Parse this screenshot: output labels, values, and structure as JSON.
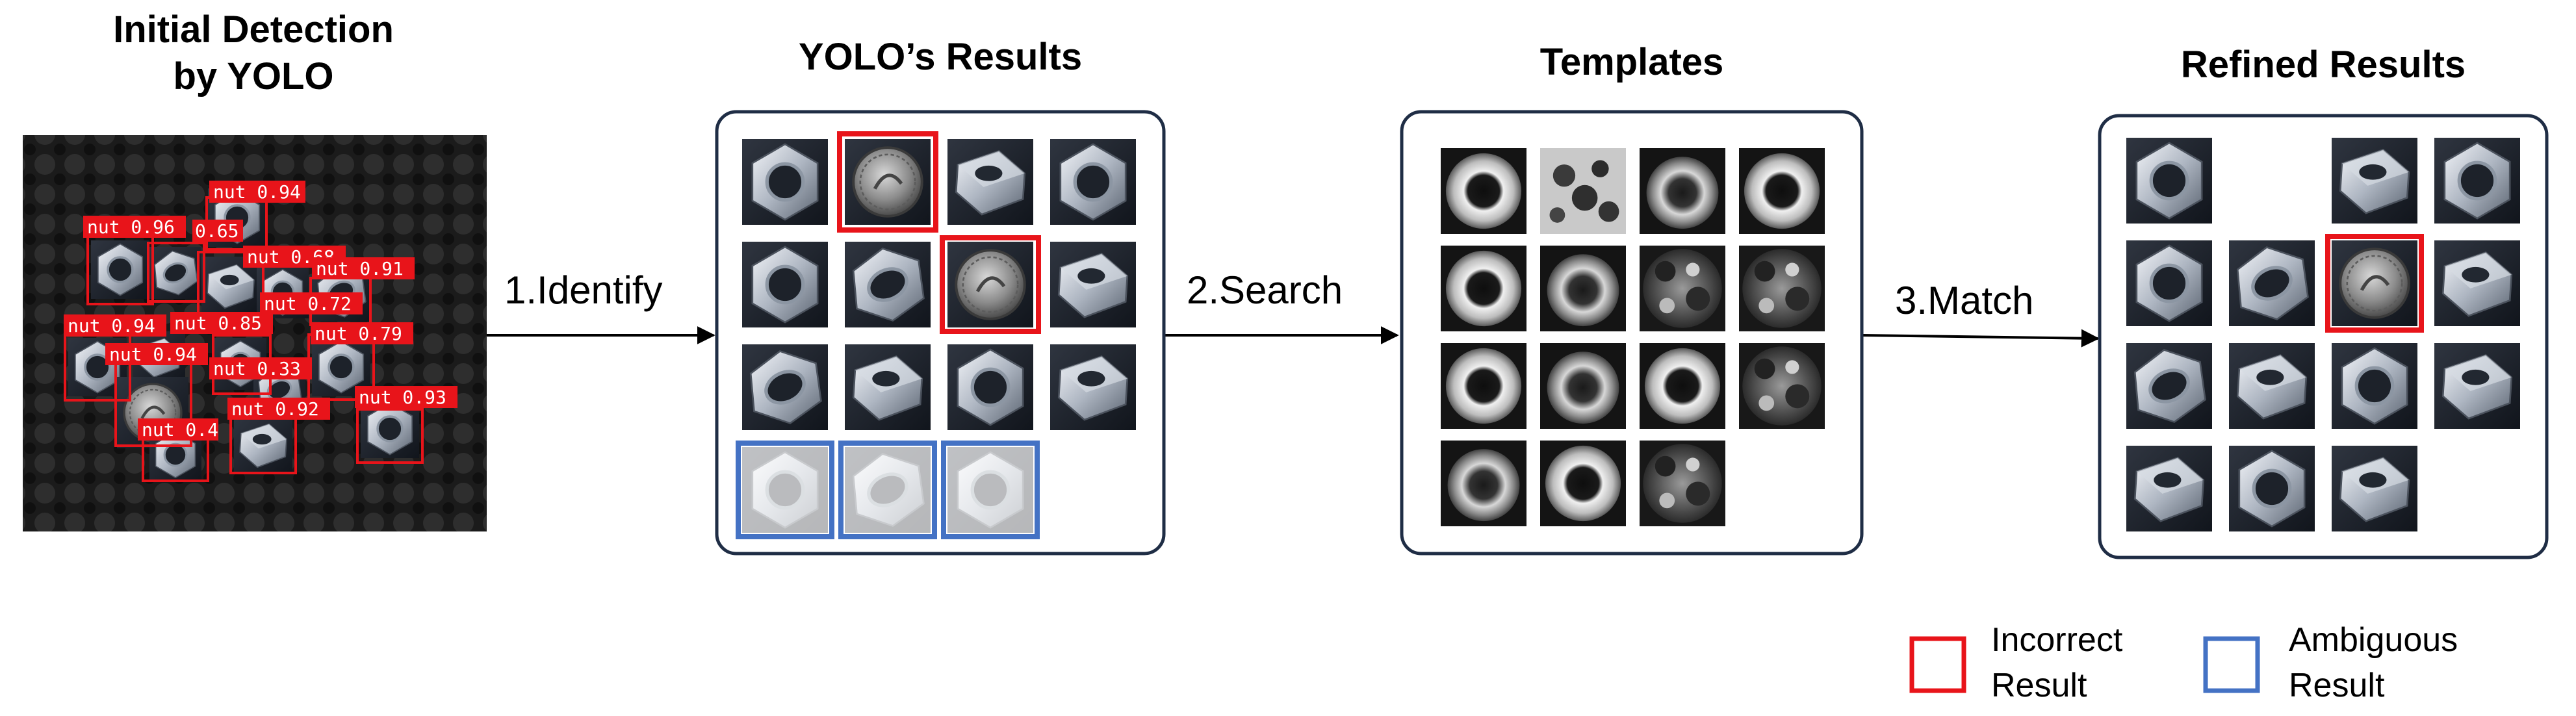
{
  "titles": {
    "initial_line1": "Initial Detection",
    "initial_line2": "by YOLO",
    "yolo_results": "YOLO’s Results",
    "templates": "Templates",
    "refined": "Refined Results"
  },
  "steps": {
    "identify": "1.Identify",
    "search": "2.Search",
    "match": "3.Match"
  },
  "detections": [
    {
      "text": "nut 0.94"
    },
    {
      "text": "nut 0.96"
    },
    {
      "text": "0.65"
    },
    {
      "text": "nut 0.68"
    },
    {
      "text": "nut 0.91"
    },
    {
      "text": "nut 0.72"
    },
    {
      "text": "nut 0.94"
    },
    {
      "text": "nut 0.85"
    },
    {
      "text": "nut 0.79"
    },
    {
      "text": "nut 0.94"
    },
    {
      "text": "nut 0.33"
    },
    {
      "text": "nut 0.93"
    },
    {
      "text": "nut 0.92"
    },
    {
      "text": "nut 0.4"
    }
  ],
  "legend": {
    "incorrect_line1": "Incorrect",
    "incorrect_line2": "Result",
    "ambiguous_line1": "Ambiguous",
    "ambiguous_line2": "Result"
  },
  "colors": {
    "incorrect": "#e8141a",
    "ambiguous": "#4472c4",
    "panel_border": "#1f2d45",
    "detection_box": "#e8141a"
  }
}
